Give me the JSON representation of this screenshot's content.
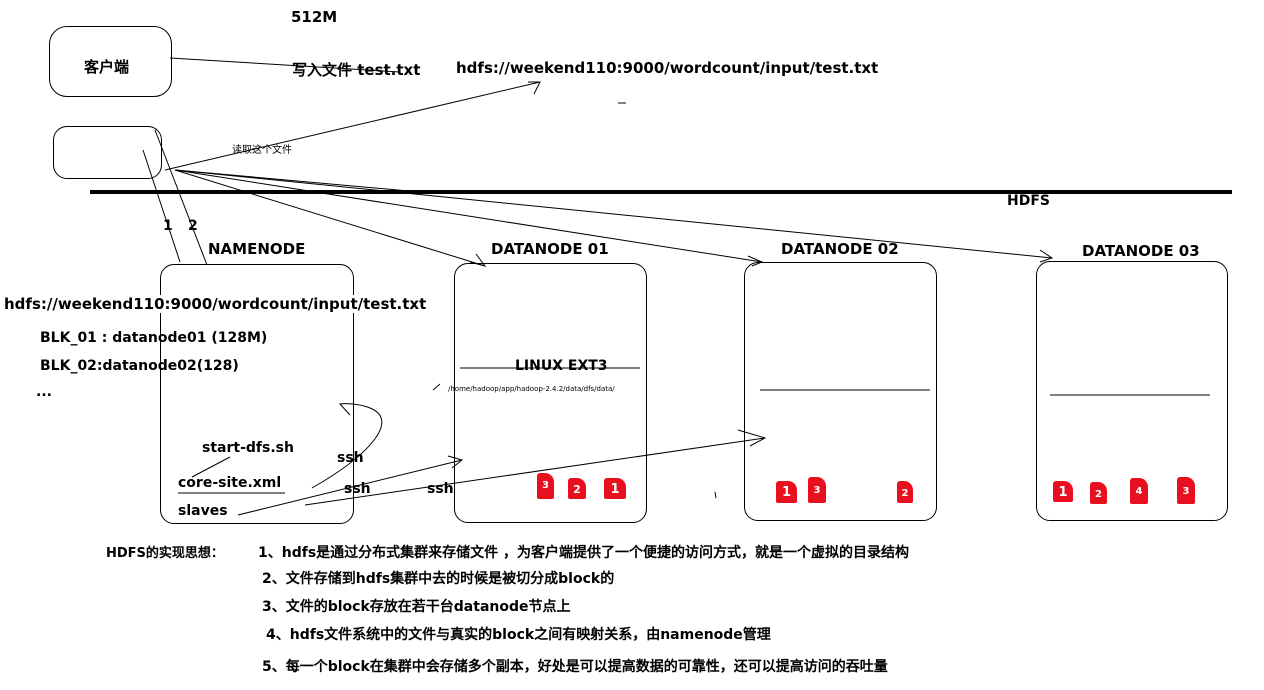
{
  "top": {
    "size_label": "512M",
    "write_text": "写入文件   test.txt",
    "hdfs_path": "hdfs://weekend110:9000/wordcount/input/test.txt",
    "read_text": "读取这个文件",
    "hdfs_label": "HDFS"
  },
  "client": {
    "label": "客户端"
  },
  "arrows": {
    "one": "1",
    "two": "2"
  },
  "namenode": {
    "title": "NAMENODE",
    "path": "hdfs://weekend110:9000/wordcount/input/test.txt",
    "blk1": "BLK_01 : datanode01 (128M)",
    "blk2": "BLK_02:datanode02(128)",
    "ellipsis": "...",
    "start": "start-dfs.sh",
    "core": "core-site.xml",
    "slaves": "slaves",
    "ssh": "ssh"
  },
  "datanodes": [
    {
      "title": "DATANODE  01",
      "fs": "LINUX EXT3",
      "dir": "/home/hadoop/app/hadoop-2.4.2/data/dfs/data/",
      "blocks": [
        "3",
        "2",
        "1"
      ]
    },
    {
      "title": "DATANODE  02",
      "blocks": [
        "1",
        "3",
        "2"
      ]
    },
    {
      "title": "DATANODE  03",
      "blocks": [
        "1",
        "2",
        "4",
        "3"
      ]
    }
  ],
  "ssh_labels": [
    "ssh",
    "ssh"
  ],
  "principles": {
    "heading": "HDFS的实现思想：",
    "p1": "1、hdfs是通过分布式集群来存储文件 ，为客户端提供了一个便捷的访问方式，就是一个虚拟的目录结构",
    "p2": "2、文件存储到hdfs集群中去的时候是被切分成block的",
    "p3": "3、文件的block存放在若干台datanode节点上",
    "p4": "4、hdfs文件系统中的文件与真实的block之间有映射关系，由namenode管理",
    "p5": "5、每一个block在集群中会存储多个副本，好处是可以提高数据的可靠性，还可以提高访问的吞吐量"
  }
}
